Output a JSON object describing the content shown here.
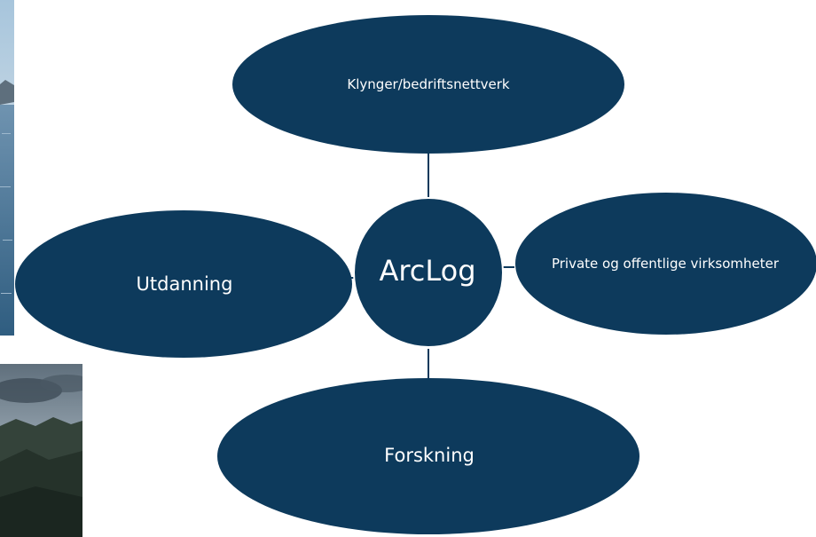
{
  "diagram": {
    "center": {
      "label": "ArcLog"
    },
    "nodes": {
      "top": {
        "label": "Klynger/bedriftsnettverk"
      },
      "right": {
        "label": "Private og offentlige virksomheter"
      },
      "left": {
        "label": "Utdanning"
      },
      "bottom": {
        "label": "Forskning"
      }
    }
  },
  "colors": {
    "node_fill": "#0d3a5c",
    "connector": "#0d3a5c",
    "text": "#ffffff"
  },
  "photos": [
    {
      "name": "sea-photo",
      "depicts": "coastal sea and sky"
    },
    {
      "name": "mountain-photo",
      "depicts": "cloudy sky over dark mountains"
    }
  ]
}
